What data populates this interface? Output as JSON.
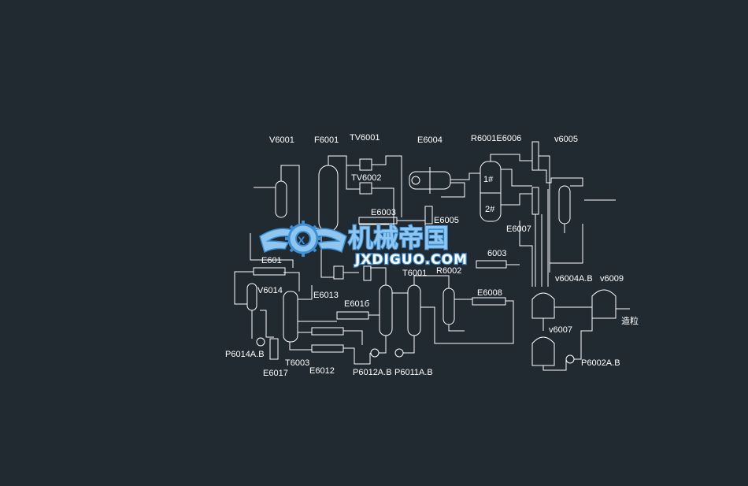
{
  "colors": {
    "background": "#222a31",
    "line": "#ffffff",
    "watermark_blue": "#3d8fd6",
    "watermark_light": "#8fc6ef"
  },
  "labels": {
    "V6001": "V6001",
    "F6001": "F6001",
    "TV6001": "TV6001",
    "TV6002": "TV6002",
    "E6004": "E6004",
    "R6001E6006": "R6001E6006",
    "v6005": "v6005",
    "E6003": "E6003",
    "E6005": "E6005",
    "E6007": "E6007",
    "E601": "E601",
    "V6014": "V6014",
    "E6013": "E6013",
    "T6001": "T6001",
    "R6002": "R6002",
    "X6003": "6003",
    "E6008": "E6008",
    "E6016": "E601б",
    "v6004": "v6004A.B",
    "v6009": "v6009",
    "zaoli": "造粒",
    "v6007": "v6007",
    "P6014": "P6014A.B",
    "T6003": "T6003",
    "E6012": "E6012",
    "E6017": "E6017",
    "P6012": "P6012A.B",
    "P6011": "P6011A.B",
    "P6002": "P6002A.B",
    "r1": "1#",
    "r2": "2#"
  },
  "watermark": {
    "cn": "机械帝国",
    "en": "JXDIGUO.COM"
  }
}
